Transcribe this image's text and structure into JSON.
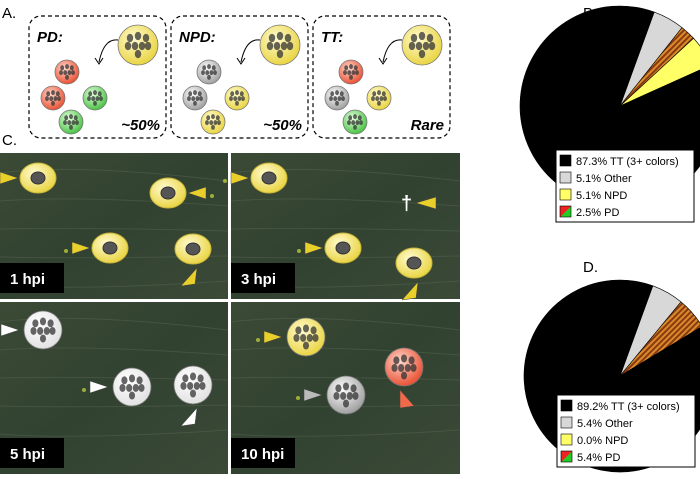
{
  "panel_labels": {
    "a": "A.",
    "b": "B.",
    "c": "C.",
    "d": "D."
  },
  "schemes": [
    {
      "name": "PD:",
      "percent": "~50%",
      "cells": [
        "red",
        "red",
        "green",
        "green"
      ]
    },
    {
      "name": "NPD:",
      "percent": "~50%",
      "cells": [
        "gray",
        "gray",
        "yellow",
        "yellow"
      ]
    },
    {
      "name": "TT:",
      "percent": "Rare",
      "cells": [
        "red",
        "gray",
        "yellow",
        "green"
      ]
    }
  ],
  "micrographs": [
    {
      "label": "1 hpi"
    },
    {
      "label": "3 hpi",
      "mark": "†"
    },
    {
      "label": "5 hpi"
    },
    {
      "label": "10 hpi"
    }
  ],
  "chart_data": [
    {
      "type": "pie",
      "panel": "B.",
      "slices": [
        {
          "label": "87.3% TT (3+ colors)",
          "value": 87.3,
          "color": "#000000"
        },
        {
          "label": "5.1% Other",
          "value": 5.1,
          "color": "#d8d8d8"
        },
        {
          "label": "5.1% NPD",
          "value": 5.1,
          "color": "#ffff66"
        },
        {
          "label": "2.5% PD",
          "value": 2.5,
          "color": "striped-red-green"
        }
      ],
      "start_angle_deg": -70,
      "order_clockwise": [
        "Other",
        "PD",
        "NPD",
        "TT (3+ colors)"
      ]
    },
    {
      "type": "pie",
      "panel": "D.",
      "slices": [
        {
          "label": "89.2% TT (3+ colors)",
          "value": 89.2,
          "color": "#000000"
        },
        {
          "label": "5.4% Other",
          "value": 5.4,
          "color": "#d8d8d8"
        },
        {
          "label": "0.0% NPD",
          "value": 0.0,
          "color": "#ffff66"
        },
        {
          "label": "5.4% PD",
          "value": 5.4,
          "color": "striped-red-green"
        }
      ],
      "start_angle_deg": -70,
      "order_clockwise": [
        "Other",
        "PD",
        "NPD",
        "TT (3+ colors)"
      ]
    }
  ]
}
